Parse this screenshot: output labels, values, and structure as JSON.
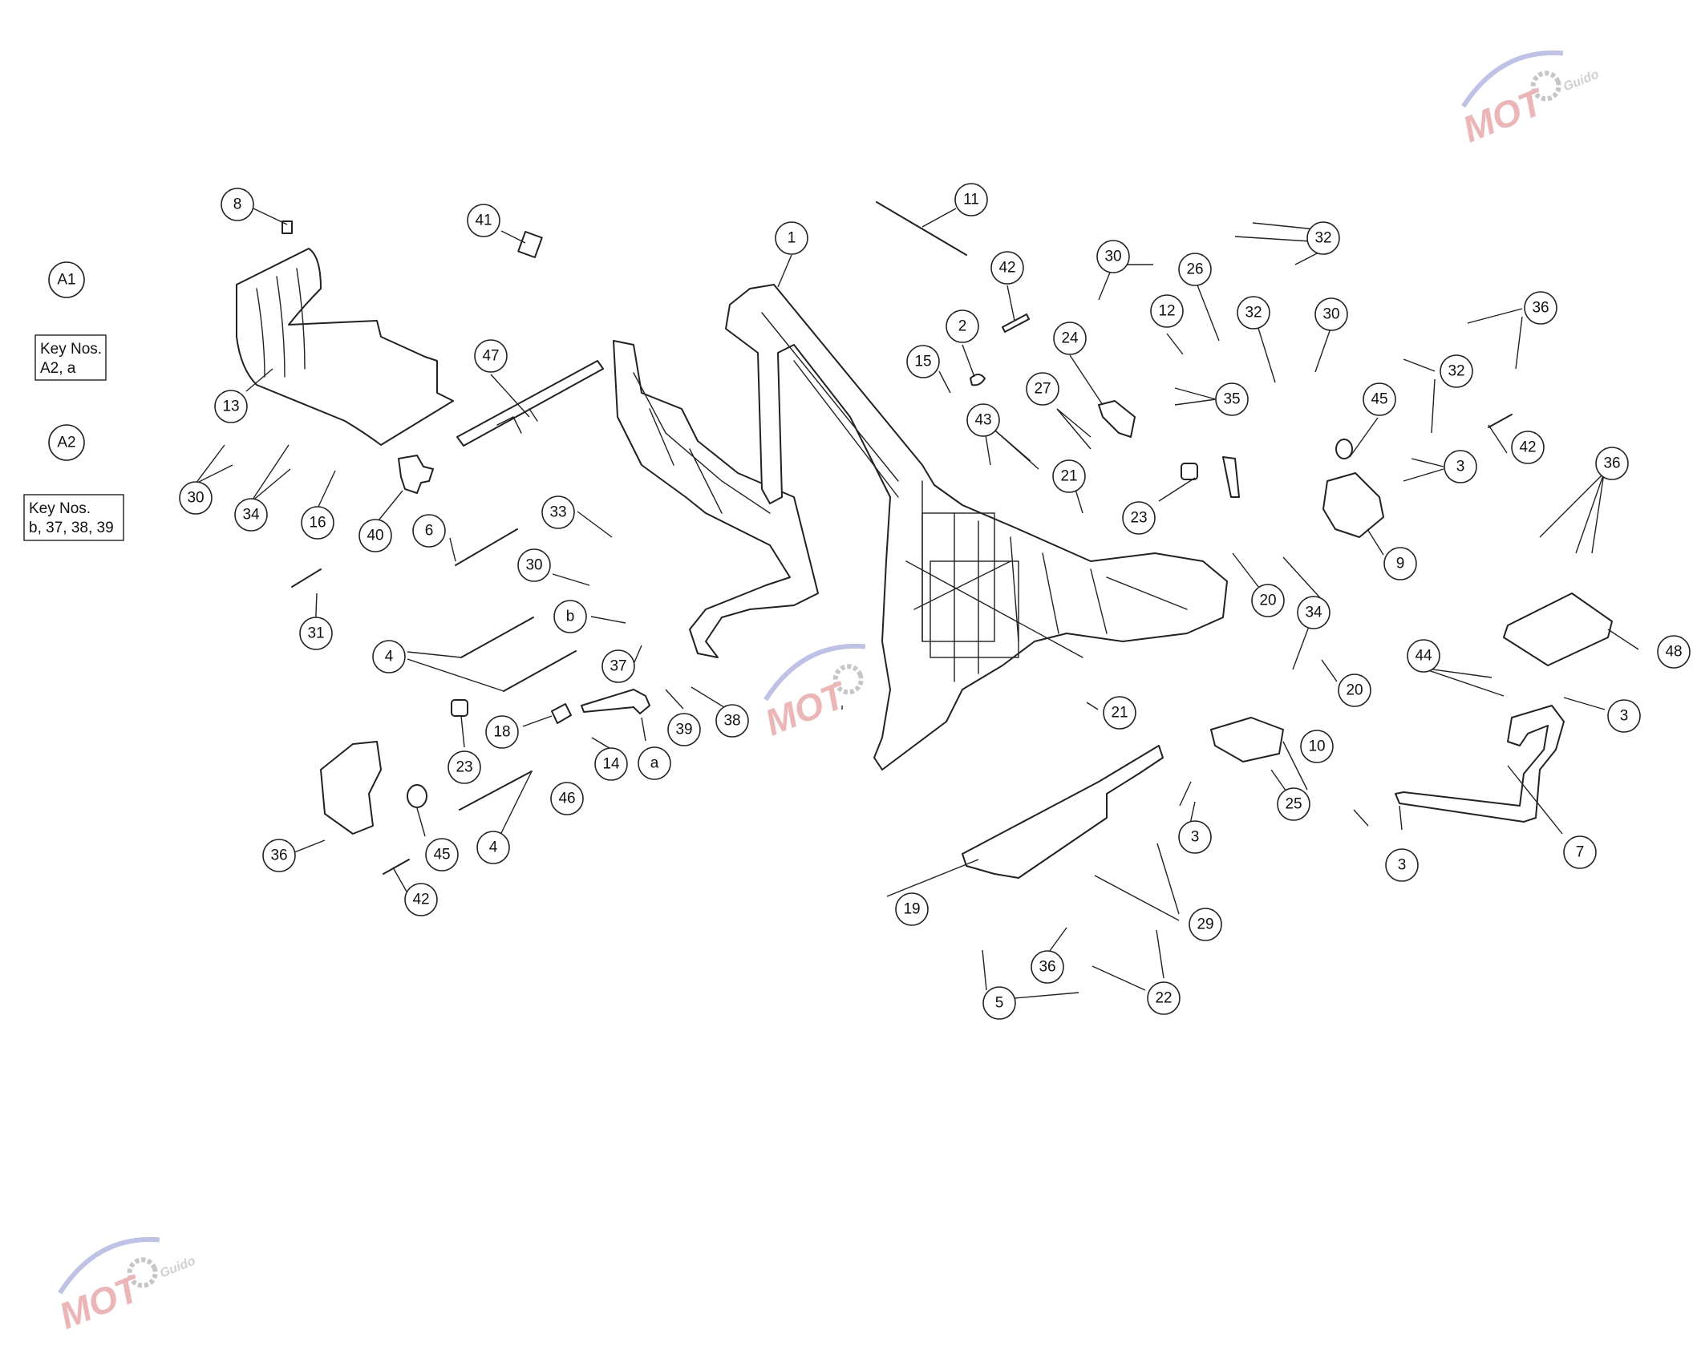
{
  "key_boxes": [
    {
      "circle": "A1",
      "box": [
        "Key Nos.",
        "A2, a"
      ]
    },
    {
      "circle": "A2",
      "box": [
        "Key Nos.",
        "b, 37, 38, 39"
      ]
    }
  ],
  "watermark": {
    "brand": "MOT",
    "sub": "Guido"
  },
  "callouts": [
    {
      "label": "8"
    },
    {
      "label": "41"
    },
    {
      "label": "1"
    },
    {
      "label": "11"
    },
    {
      "label": "42"
    },
    {
      "label": "30"
    },
    {
      "label": "26"
    },
    {
      "label": "32"
    },
    {
      "label": "13"
    },
    {
      "label": "47"
    },
    {
      "label": "2"
    },
    {
      "label": "15"
    },
    {
      "label": "24"
    },
    {
      "label": "12"
    },
    {
      "label": "32"
    },
    {
      "label": "30"
    },
    {
      "label": "36"
    },
    {
      "label": "27"
    },
    {
      "label": "35"
    },
    {
      "label": "32"
    },
    {
      "label": "43"
    },
    {
      "label": "45"
    },
    {
      "label": "30"
    },
    {
      "label": "34"
    },
    {
      "label": "16"
    },
    {
      "label": "40"
    },
    {
      "label": "33"
    },
    {
      "label": "21"
    },
    {
      "label": "42"
    },
    {
      "label": "3"
    },
    {
      "label": "6"
    },
    {
      "label": "23"
    },
    {
      "label": "36"
    },
    {
      "label": "9"
    },
    {
      "label": "30"
    },
    {
      "label": "31"
    },
    {
      "label": "b"
    },
    {
      "label": "4"
    },
    {
      "label": "37"
    },
    {
      "label": "20"
    },
    {
      "label": "34"
    },
    {
      "label": "48"
    },
    {
      "label": "18"
    },
    {
      "label": "39"
    },
    {
      "label": "38"
    },
    {
      "label": "21"
    },
    {
      "label": "20"
    },
    {
      "label": "44"
    },
    {
      "label": "3"
    },
    {
      "label": "23"
    },
    {
      "label": "14"
    },
    {
      "label": "a"
    },
    {
      "label": "10"
    },
    {
      "label": "46"
    },
    {
      "label": "25"
    },
    {
      "label": "36"
    },
    {
      "label": "45"
    },
    {
      "label": "4"
    },
    {
      "label": "3"
    },
    {
      "label": "7"
    },
    {
      "label": "3"
    },
    {
      "label": "42"
    },
    {
      "label": "19"
    },
    {
      "label": "29"
    },
    {
      "label": "36"
    },
    {
      "label": "5"
    },
    {
      "label": "22"
    }
  ]
}
